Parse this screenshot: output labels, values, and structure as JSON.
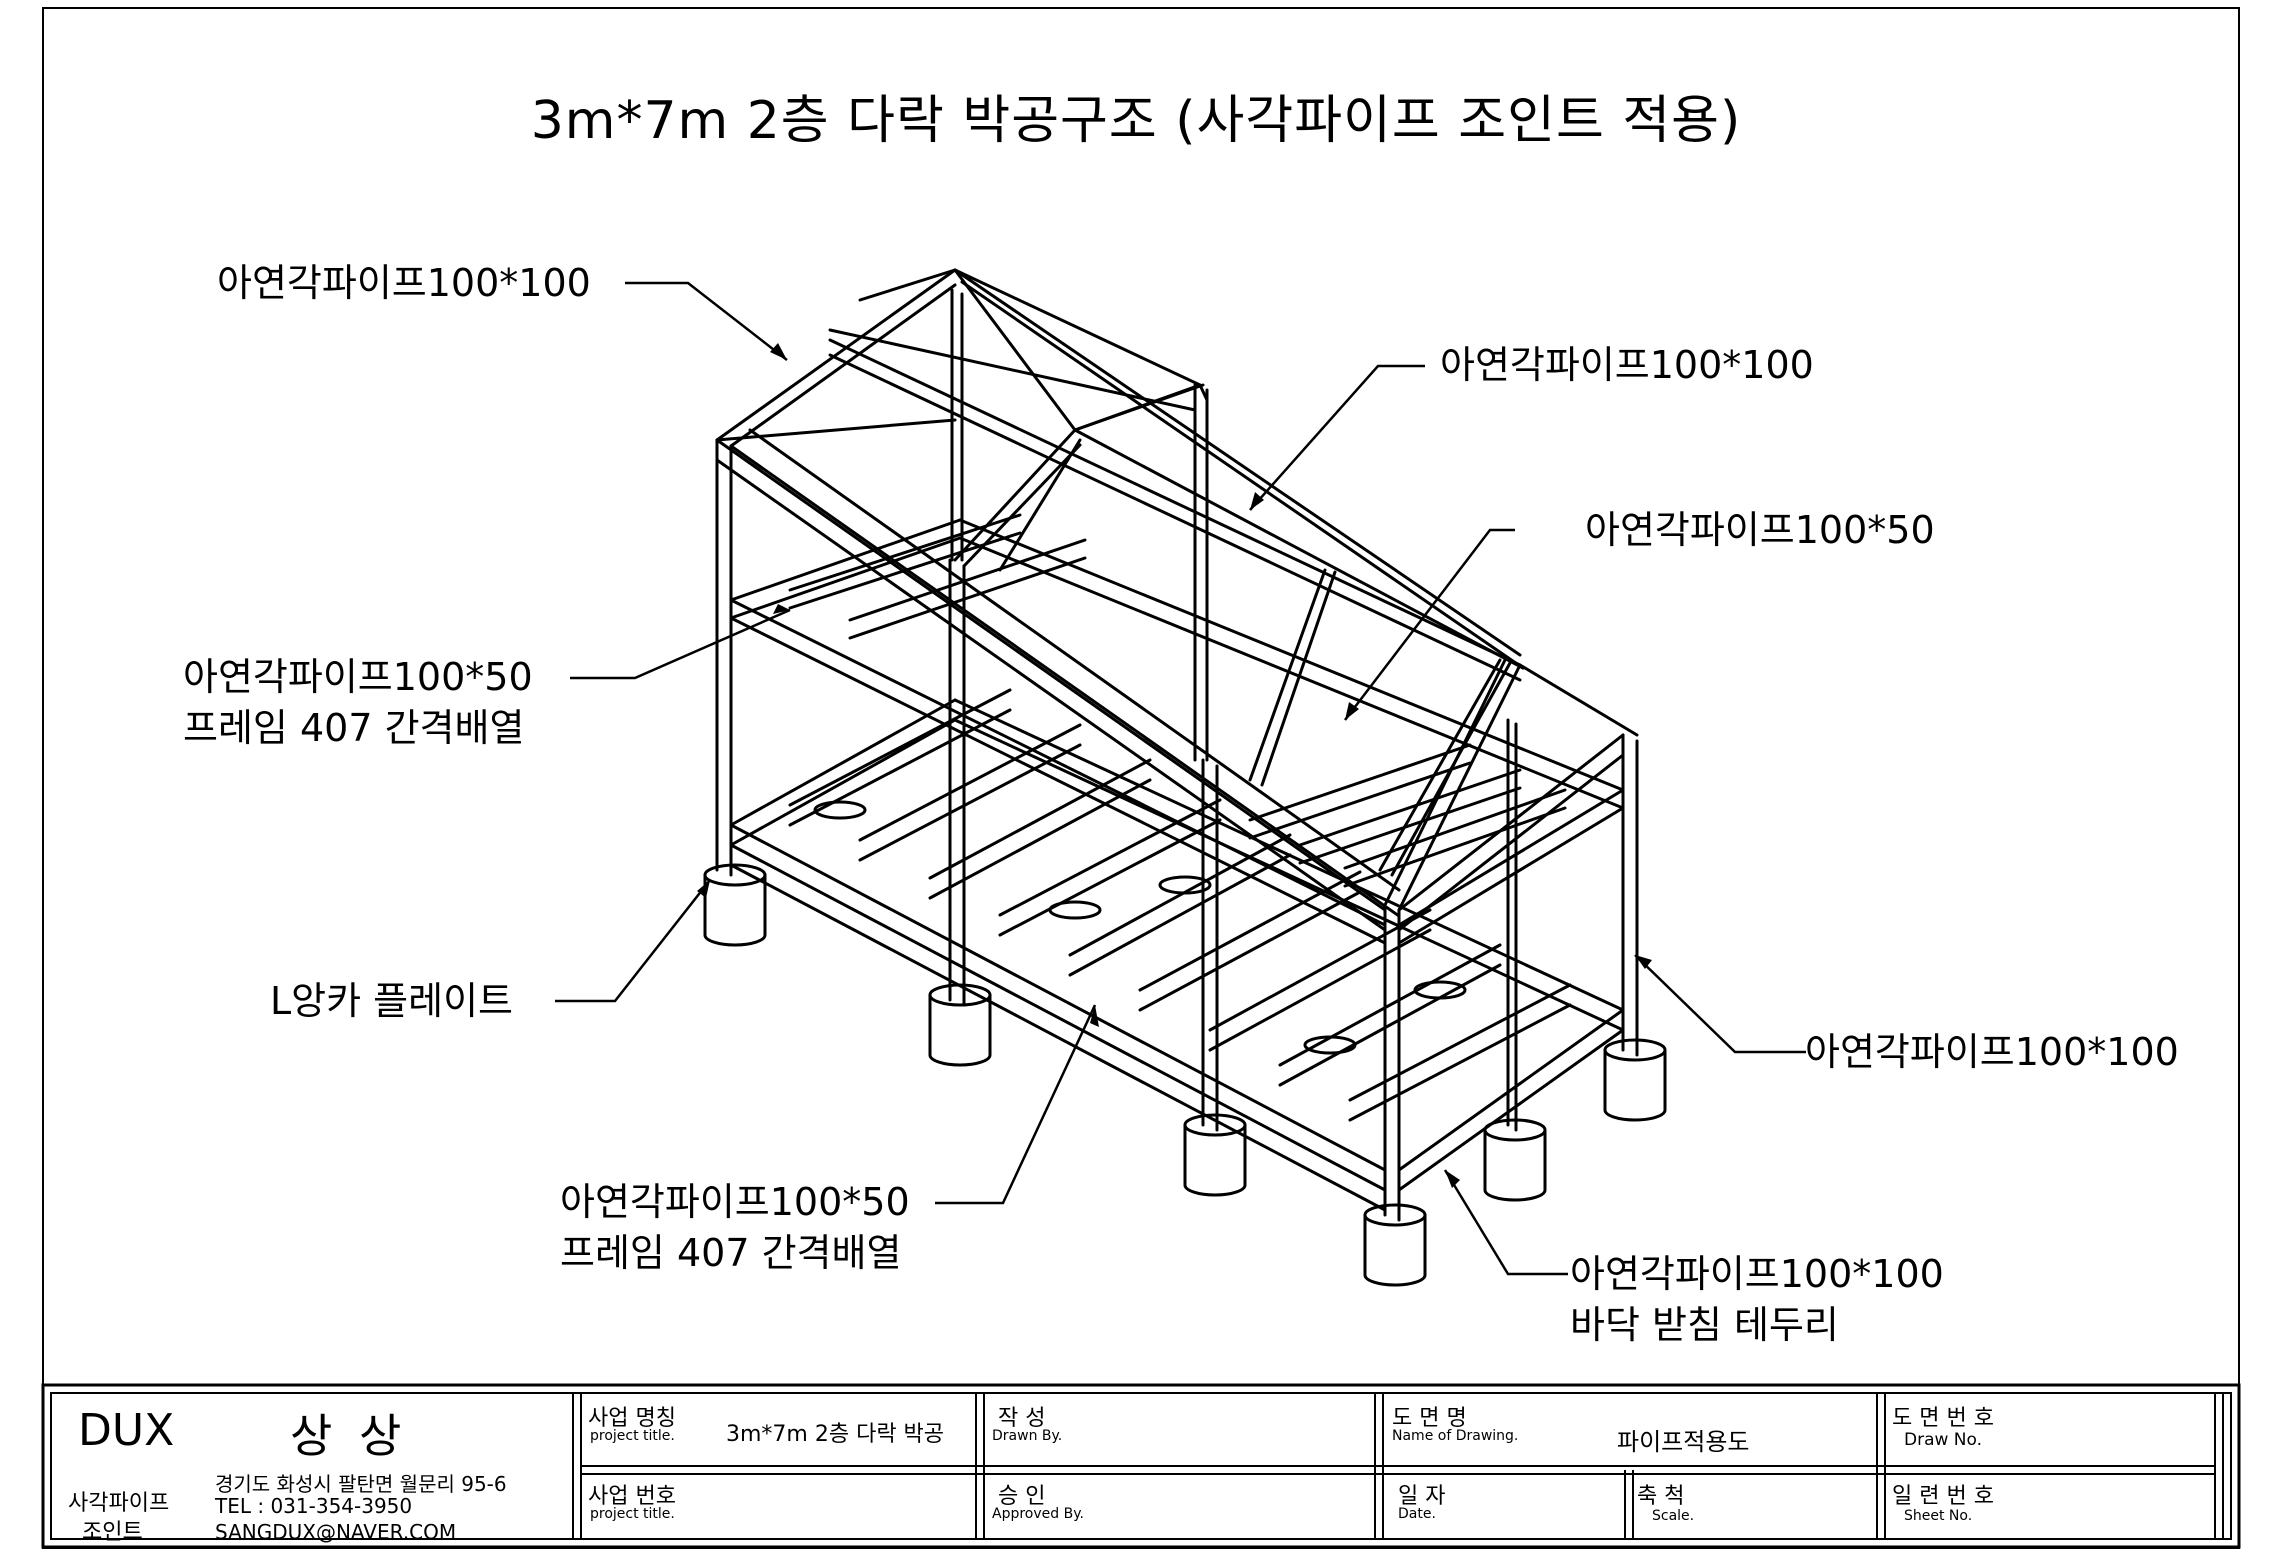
{
  "title": "3m*7m 2층 다락 박공구조 (사각파이프 조인트 적용)",
  "callouts": {
    "top_left": "아연각파이프100*100",
    "top_right": "아연각파이프100*100",
    "mid_right": "아연각파이프100*50",
    "left_upper_line1": "아연각파이프100*50",
    "left_upper_line2": "프레임 407 간격배열",
    "anchor": "L앙카 플레이트",
    "right_lower": "아연각파이프100*100",
    "bottom_center_line1": "아연각파이프100*50",
    "bottom_center_line2": "프레임 407 간격배열",
    "bottom_right_line1": "아연각파이프100*100",
    "bottom_right_line2": "바닥 받침 테두리"
  },
  "titleblock": {
    "company": "DUX",
    "brand": "상 상",
    "product_line1": "사각파이프",
    "product_line2": "조인트",
    "address": "경기도 화성시 팔탄면 월문리 95-6",
    "tel": "TEL : 031-354-3950",
    "email": "SANGDUX@NAVER.COM",
    "project_name_label": "사업 명칭",
    "project_name_sub": "project title.",
    "project_name_value": "3m*7m 2층 다락 박공",
    "project_no_label": "사업 번호",
    "project_no_sub": "project title.",
    "drawn_label": "작   성",
    "drawn_sub": "Drawn By.",
    "approved_label": "승   인",
    "approved_sub": "Approved By.",
    "drawing_name_label": "도   면   명",
    "drawing_name_sub": "Name of Drawing.",
    "drawing_name_value": "파이프적용도",
    "date_label": "일   자",
    "date_sub": "Date.",
    "scale_label": "축   척",
    "scale_sub": "Scale.",
    "draw_no_label": "도 면 번 호",
    "draw_no_sub": "Draw No.",
    "sheet_no_label": "일 련 번 호",
    "sheet_no_sub": "Sheet No."
  }
}
